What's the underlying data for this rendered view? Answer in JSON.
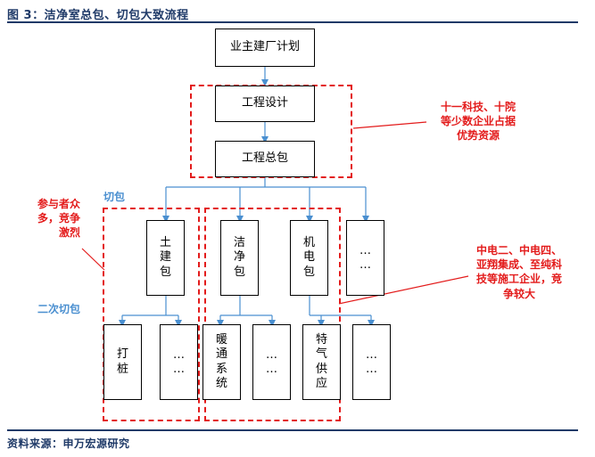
{
  "header": {
    "title": "图 3：洁净室总包、切包大致流程"
  },
  "footer": {
    "source": "资料来源：申万宏源研究"
  },
  "nodes": {
    "plan": "业主建厂计划",
    "design": "工程设计",
    "general": "工程总包",
    "civil": "土建包",
    "clean": "洁净包",
    "mep": "机电包",
    "more_top": "…\n…",
    "piling": "打桩",
    "more_civil": "…\n…",
    "hvac": "暖通系统",
    "more_clean": "…\n…",
    "gas": "特气供应",
    "more_mep": "…\n…"
  },
  "labels": {
    "cut_package": "切包",
    "second_cut": "二次切包"
  },
  "notes": {
    "top_right": "十一科技、十院\n等少数企业占据\n优势资源",
    "left": "参与者众\n多，竞争\n激烈",
    "bottom_right": "中电二、中电四、\n亚翔集成、至纯科\n技等施工企业，竞\n争较大"
  },
  "colors": {
    "red": "#e31b1b",
    "blue_line": "#4a8fd0",
    "navy": "#1f3a68"
  }
}
